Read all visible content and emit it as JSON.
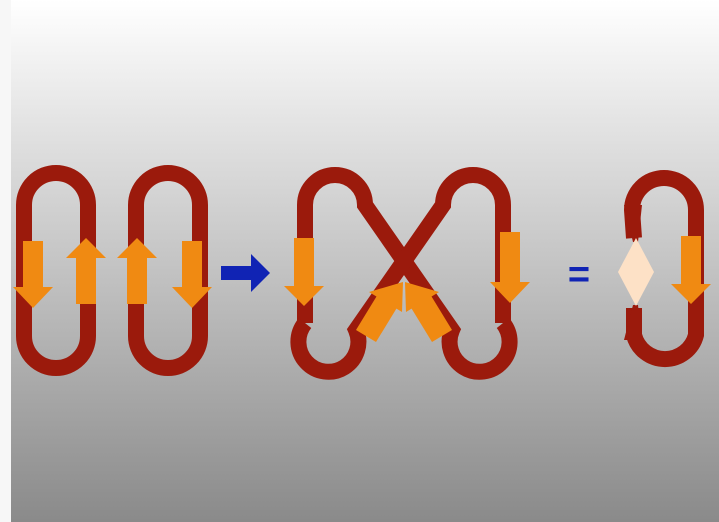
{
  "diagram": {
    "operator_symbol": "=",
    "colors": {
      "background_top": "#ffffff",
      "background_bottom": "#8a8a8a",
      "loop_fill": "#9b1a0c",
      "arrow_fill": "#f08a12",
      "arrow_blue": "#1023b4",
      "equals_color": "#1023b4",
      "diamond_fill": "#fde1c6"
    },
    "stages": [
      {
        "name": "two-separate-loops",
        "arrows": [
          "down",
          "up",
          "up",
          "down"
        ]
      },
      {
        "name": "crossed-loop",
        "arrows": [
          "down",
          "up-right",
          "up-left",
          "down"
        ]
      },
      {
        "name": "pinched-loop-result",
        "arrows": [
          "down"
        ]
      }
    ],
    "icons": [
      "right-arrow-icon",
      "equals-icon",
      "diamond-icon"
    ]
  }
}
